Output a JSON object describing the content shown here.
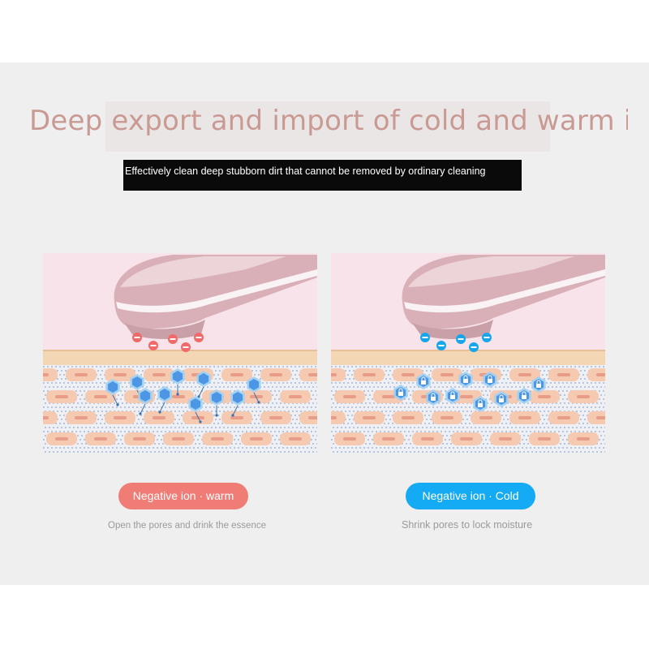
{
  "headline": "Deep export and import of cold and warm ions",
  "subtitle": "Effectively clean deep stubborn dirt that cannot be removed by ordinary cleaning",
  "warm": {
    "label": "Negative ion · warm",
    "caption": "Open the pores and drink the essence",
    "accent": "#f07c76",
    "ion_color": "#f06a6a"
  },
  "cold": {
    "label": "Negative ion · Cold",
    "caption": "Shrink pores to lock moisture",
    "accent": "#14aaf4",
    "ion_color": "#18a6ea"
  },
  "colors": {
    "background": "#f0efef",
    "skin_top": "#f3d6b4",
    "cell": "#f6c9b1",
    "panel_bg": "#f8e3ea",
    "particle": "#4b97e6"
  }
}
